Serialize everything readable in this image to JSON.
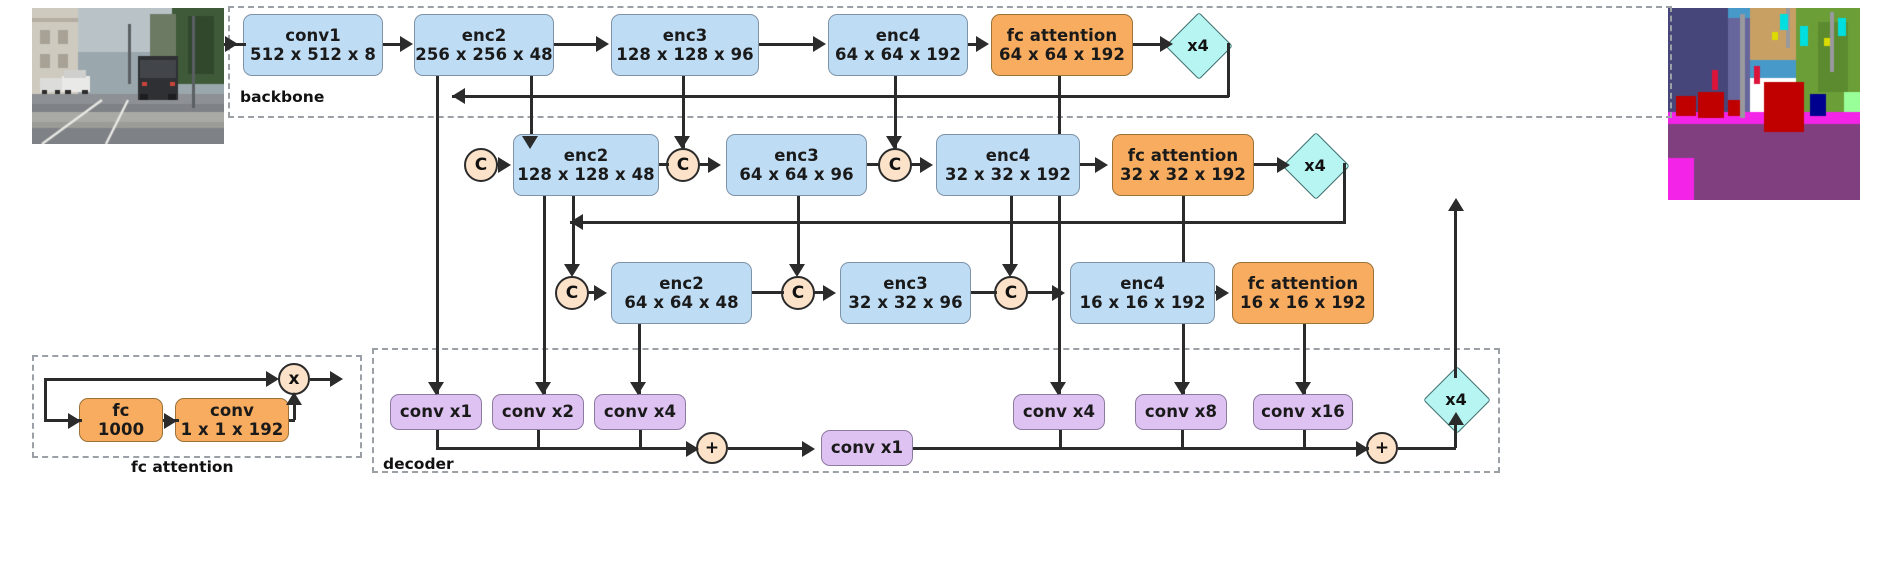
{
  "figure": {
    "title": "Segmentation network architecture diagram",
    "groups": [
      {
        "name": "backbone",
        "label": "backbone"
      },
      {
        "name": "fc-attention",
        "label": "fc attention"
      },
      {
        "name": "decoder",
        "label": "decoder"
      }
    ],
    "colors": {
      "encoder_block": "#bedcf4",
      "attention_block": "#f8ac5f",
      "decoder_block": "#dec2f2",
      "operator_circle": "#fbe2c8",
      "upsample_diamond": "#b6f5f2",
      "connector": "#2b2b2b",
      "group_border": "#9aa0a6"
    }
  },
  "input_image": {
    "name": "input-street-scene",
    "alt": "street scene photograph"
  },
  "output_image": {
    "name": "output-segmentation-map",
    "alt": "semantic segmentation color map"
  },
  "rows": {
    "backbone": [
      {
        "name": "conv1",
        "line1": "conv1",
        "line2": "512 x 512 x 8"
      },
      {
        "name": "enc2",
        "line1": "enc2",
        "line2": "256 x 256 x 48"
      },
      {
        "name": "enc3",
        "line1": "enc3",
        "line2": "128 x 128 x 96"
      },
      {
        "name": "enc4",
        "line1": "enc4",
        "line2": "64 x 64 x 192"
      },
      {
        "name": "fc-attention",
        "line1": "fc attention",
        "line2": "64 x 64 x 192"
      }
    ],
    "stage2": [
      {
        "name": "enc2",
        "line1": "enc2",
        "line2": "128 x 128 x 48"
      },
      {
        "name": "enc3",
        "line1": "enc3",
        "line2": "64 x 64 x 96"
      },
      {
        "name": "enc4",
        "line1": "enc4",
        "line2": "32 x 32 x 192"
      },
      {
        "name": "fc-attention",
        "line1": "fc attention",
        "line2": "32 x 32 x 192"
      }
    ],
    "stage3": [
      {
        "name": "enc2",
        "line1": "enc2",
        "line2": "64 x 64 x 48"
      },
      {
        "name": "enc3",
        "line1": "enc3",
        "line2": "32 x 32 x 96"
      },
      {
        "name": "enc4",
        "line1": "enc4",
        "line2": "16 x 16 x 192"
      },
      {
        "name": "fc-attention",
        "line1": "fc attention",
        "line2": "16 x 16 x 192"
      }
    ],
    "decoder": [
      {
        "name": "conv-x1",
        "line1": "conv x1"
      },
      {
        "name": "conv-x2",
        "line1": "conv x2"
      },
      {
        "name": "conv-x4a",
        "line1": "conv x4"
      },
      {
        "name": "conv-x4b",
        "line1": "conv x4"
      },
      {
        "name": "conv-x8",
        "line1": "conv x8"
      },
      {
        "name": "conv-x16",
        "line1": "conv x16"
      },
      {
        "name": "conv-out",
        "line1": "conv x1"
      }
    ],
    "fc_attention_detail": [
      {
        "name": "fc",
        "line1": "fc",
        "line2": "1000"
      },
      {
        "name": "conv",
        "line1": "conv",
        "line2": "1 x 1 x 192"
      }
    ]
  },
  "operators": {
    "concat": "C",
    "add": "+",
    "multiply": "x"
  },
  "upsample": {
    "backbone_x4": "x4",
    "stage2_x4": "x4",
    "decoder_x4": "x4"
  }
}
